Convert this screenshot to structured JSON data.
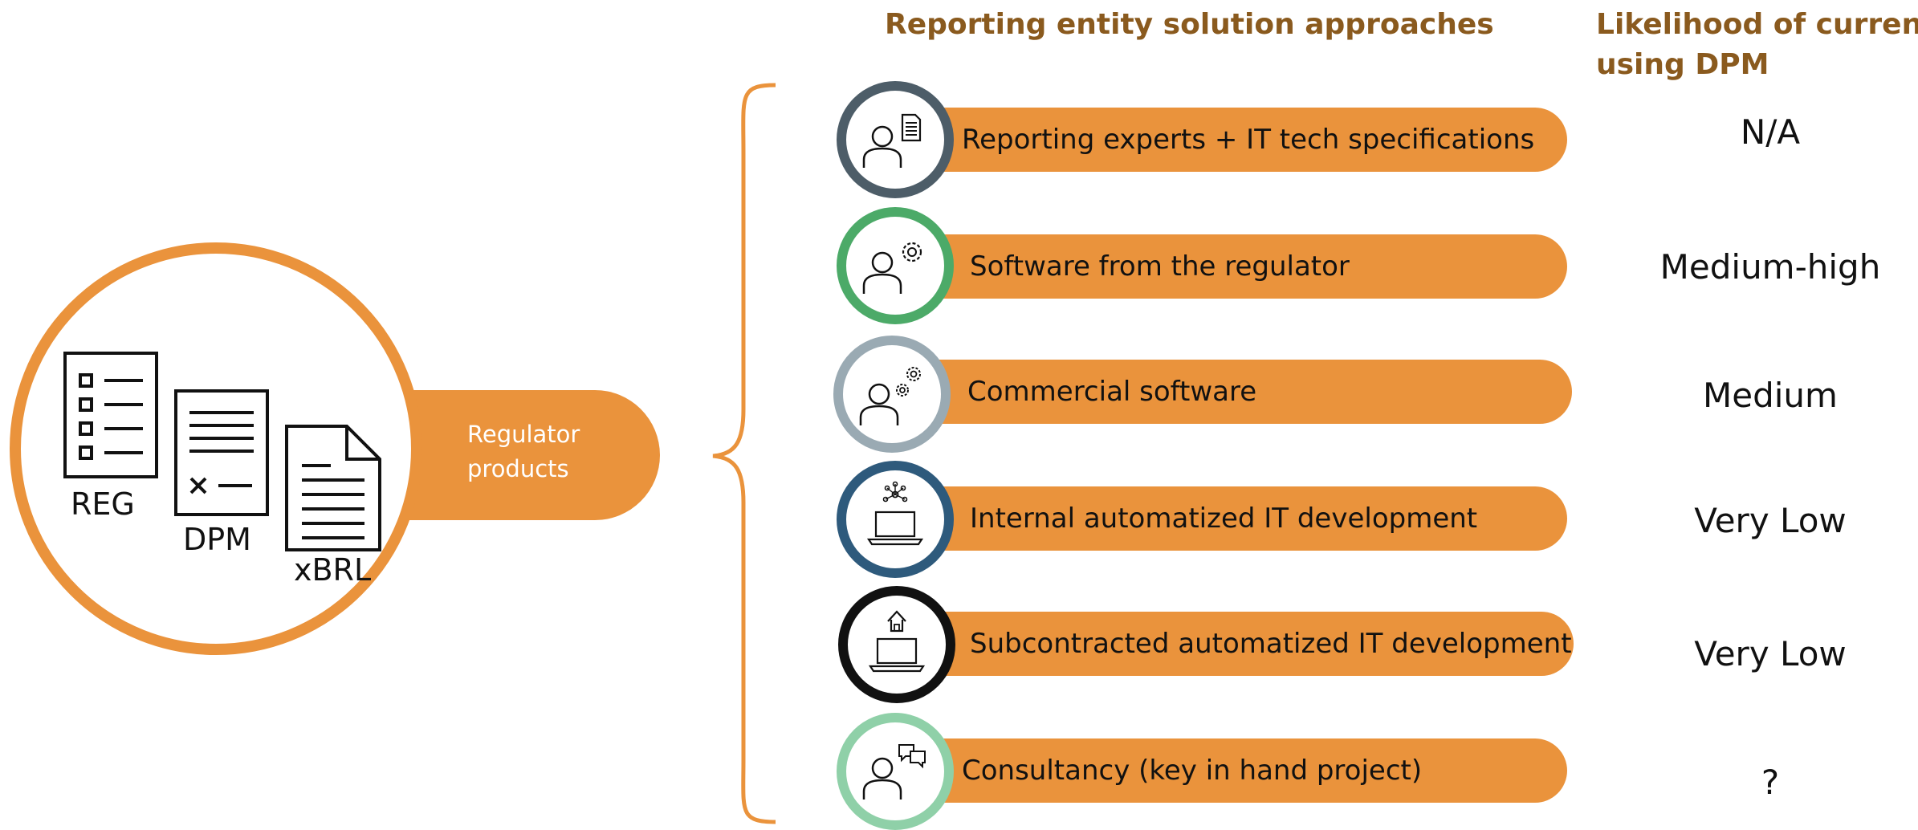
{
  "headers": {
    "approaches": "Reporting entity solution approaches",
    "likelihood_line1": "Likelihood of currently",
    "likelihood_line2": "using DPM"
  },
  "regulator": {
    "tab_line1": "Regulator",
    "tab_line2": "products",
    "docs": [
      "REG",
      "DPM",
      "xBRL"
    ]
  },
  "colors": {
    "accent": "#ea933c",
    "header_text": "#8a5a1e"
  },
  "rows": [
    {
      "label": "Reporting experts + IT tech specifications",
      "likelihood": "N/A",
      "icon": "person-document-icon",
      "ring_color": "#4d5d68"
    },
    {
      "label": "Software from the regulator",
      "likelihood": "Medium-high",
      "icon": "person-gear-icon",
      "ring_color": "#4caa68"
    },
    {
      "label": "Commercial software",
      "likelihood": "Medium",
      "icon": "person-gears-icon",
      "ring_color": "#9aaab3"
    },
    {
      "label": "Internal automatized IT development",
      "likelihood": "Very Low",
      "icon": "laptop-network-icon",
      "ring_color": "#2e5a7c"
    },
    {
      "label": "Subcontracted automatized IT development",
      "likelihood": "Very Low",
      "icon": "laptop-house-icon",
      "ring_color": "#111111"
    },
    {
      "label": "Consultancy (key in hand project)",
      "likelihood": "?",
      "icon": "person-chat-icon",
      "ring_color": "#8fd0a8"
    }
  ]
}
